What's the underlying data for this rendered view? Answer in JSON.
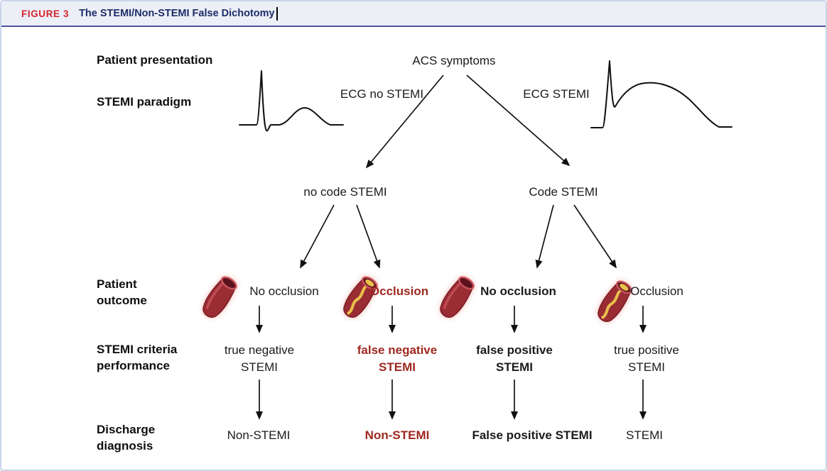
{
  "header": {
    "label": "FIGURE 3",
    "title": "The STEMI/Non-STEMI False Dichotomy"
  },
  "rows": {
    "patient_presentation": "Patient presentation",
    "stemi_paradigm": "STEMI paradigm",
    "patient_outcome": "Patient outcome",
    "stemi_criteria_performance": "STEMI criteria performance",
    "discharge_diagnosis": "Discharge diagnosis"
  },
  "nodes": {
    "acs_symptoms": "ACS symptoms",
    "ecg_no_stemi": "ECG no STEMI",
    "ecg_stemi": "ECG STEMI",
    "no_code_stemi": "no code STEMI",
    "code_stemi": "Code STEMI"
  },
  "outcomes": [
    {
      "label": "No occlusion",
      "emphasis": "normal",
      "artery": "no-occlusion"
    },
    {
      "label": "Occlusion",
      "emphasis": "red-bold",
      "artery": "occluded"
    },
    {
      "label": "No occlusion",
      "emphasis": "bold",
      "artery": "no-occlusion"
    },
    {
      "label": "Occlusion",
      "emphasis": "normal",
      "artery": "occluded"
    }
  ],
  "criteria": [
    {
      "label": "true negative STEMI",
      "emphasis": "normal"
    },
    {
      "label": "false negative STEMI",
      "emphasis": "red-bold"
    },
    {
      "label": "false positive STEMI",
      "emphasis": "bold"
    },
    {
      "label": "true positive STEMI",
      "emphasis": "normal"
    }
  ],
  "diagnoses": [
    {
      "label": "Non-STEMI",
      "emphasis": "normal"
    },
    {
      "label": "Non-STEMI",
      "emphasis": "red-bold"
    },
    {
      "label": "False positive STEMI",
      "emphasis": "bold"
    },
    {
      "label": "STEMI",
      "emphasis": "normal"
    }
  ],
  "colors": {
    "figure_label_red": "#d5232e",
    "title_blue": "#1c2d69",
    "occlusion_red": "#9e2820",
    "header_bg": "#edeff7",
    "panel_border": "#c9d4ea",
    "header_rule_blue": "#47549b"
  }
}
